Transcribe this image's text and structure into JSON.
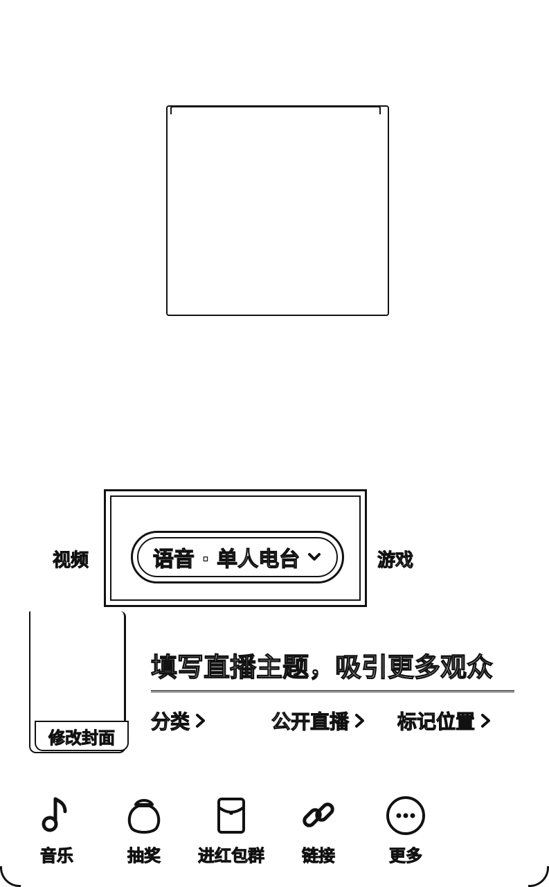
{
  "mode_selector": {
    "left_mode": "视频",
    "current_mode": "语音 · 单人电台",
    "right_mode": "游戏"
  },
  "cover": {
    "edit_label": "修改封面"
  },
  "title": {
    "placeholder": "填写直播主题，吸引更多观众"
  },
  "options": {
    "category_label": "分类",
    "visibility_label": "公开直播",
    "location_label": "标记位置"
  },
  "toolbar": {
    "items": [
      {
        "label": "音乐",
        "icon": "music-note-icon"
      },
      {
        "label": "抽奖",
        "icon": "lottery-bag-icon"
      },
      {
        "label": "进红包群",
        "icon": "red-envelope-icon"
      },
      {
        "label": "链接",
        "icon": "link-icon"
      },
      {
        "label": "更多",
        "icon": "more-dots-icon"
      }
    ]
  }
}
